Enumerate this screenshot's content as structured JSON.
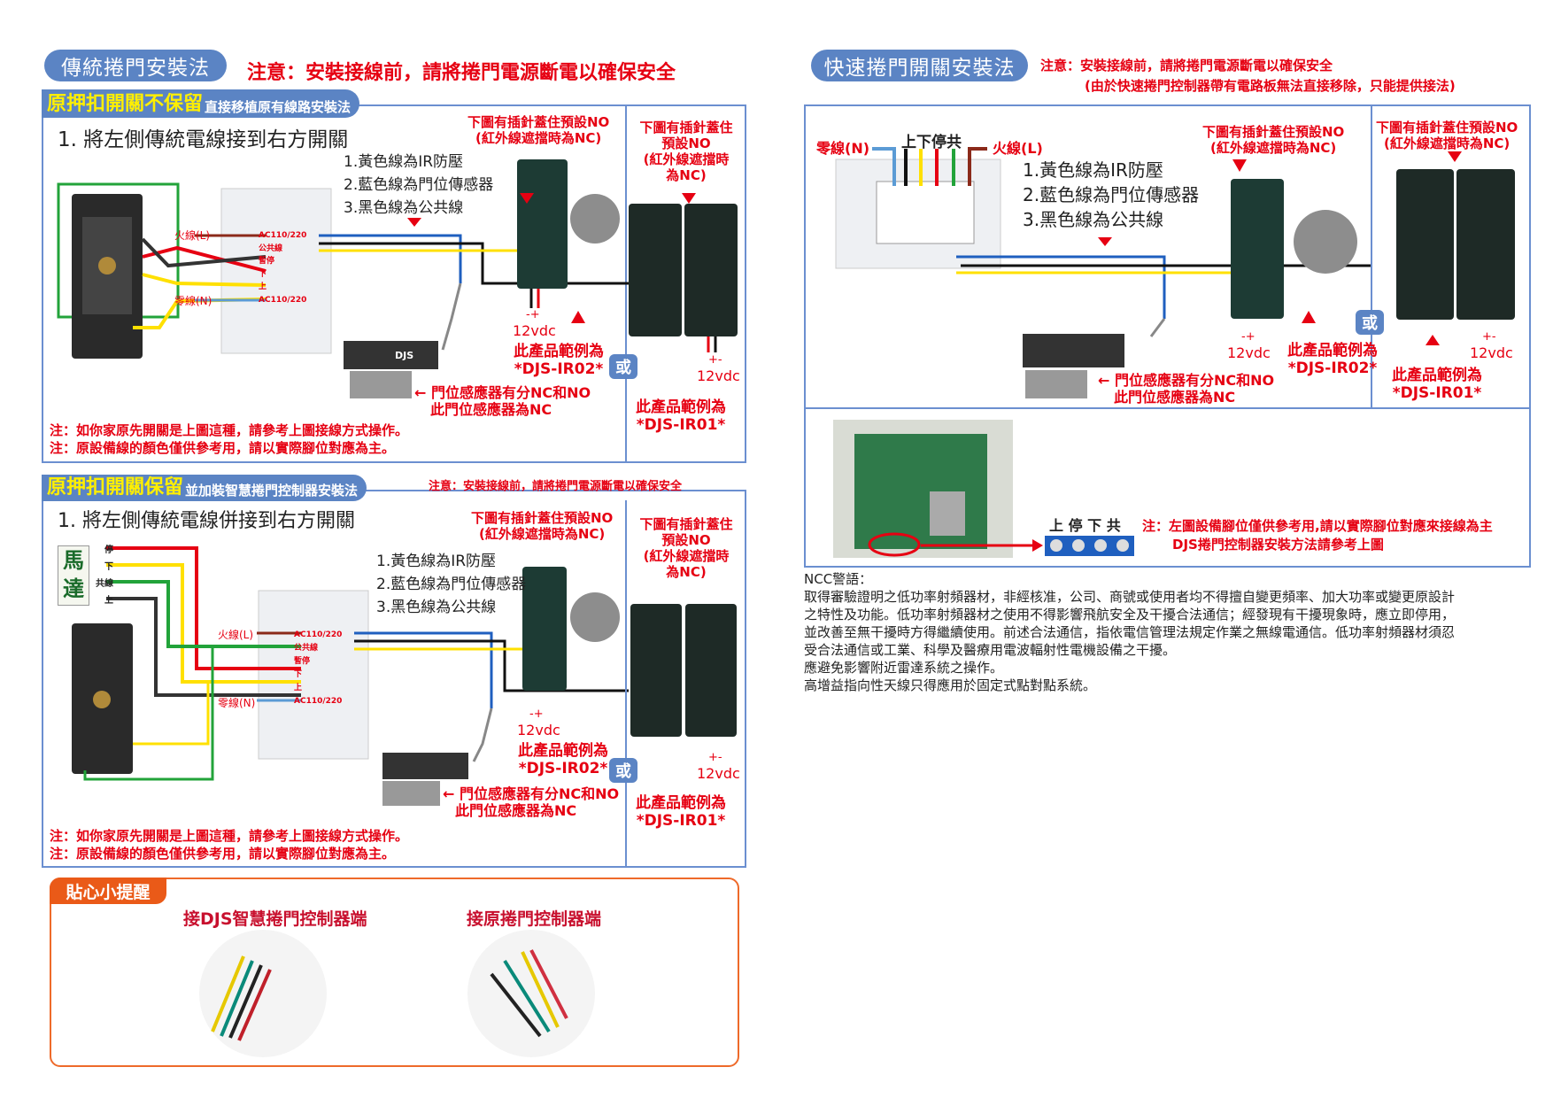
{
  "left": {
    "title": "傳統捲門安裝法",
    "warning": "注意：安裝接線前，請將捲門電源斷電以確保安全",
    "s1": {
      "header_main": "原押扣開關不保留",
      "header_sub": "直接移植原有線路安裝法",
      "step": "1.  將左側傳統電線接到右方開關",
      "list": [
        "1.黃色線為IR防壓",
        "2.藍色線為門位傳感器",
        "3.黑色線為公共線"
      ],
      "ir02_label": [
        "下圖有插針蓋住預設NO",
        "(紅外線遮擋時為NC)"
      ],
      "ir01_label": [
        "下圖有插針蓋住",
        "預設NO",
        "(紅外線遮擋時",
        "為NC)"
      ],
      "vdc": "12vdc",
      "pol_ir02": "-+",
      "pol_ir01": "+-",
      "model_ir02": [
        "此產品範例為",
        "*DJS-IR02*"
      ],
      "model_ir01": [
        "此產品範例為",
        "*DJS-IR01*"
      ],
      "or": "或",
      "door": [
        "← 門位感應器有分NC和NO",
        "此門位感應器為NC"
      ],
      "switch_terms": [
        "AC110/220",
        "公共線",
        "暫停",
        "下",
        "上",
        "AC110/220"
      ],
      "live": "火線(L)",
      "neutral": "零線(N)",
      "brand": "DJS",
      "notes": [
        "注：如你家原先開關是上圖這種，請參考上圖接線方式操作。",
        "注：原設備線的顏色僅供參考用，請以實際腳位對應為主。"
      ]
    },
    "s2": {
      "header_main": "原押扣開關保留",
      "header_sub": "並加裝智慧捲門控制器安裝法",
      "warning": "注意：安裝接線前，請將捲門電源斷電以確保安全",
      "step": "1. 將左側傳統電線併接到右方開關",
      "motor": "馬達",
      "motor_terms": [
        "停",
        "下",
        "共線",
        "上"
      ],
      "list": [
        "1.黃色線為IR防壓",
        "2.藍色線為門位傳感器",
        "3.黑色線為公共線"
      ],
      "ir02_label": [
        "下圖有插針蓋住預設NO",
        "(紅外線遮擋時為NC)"
      ],
      "ir01_label": [
        "下圖有插針蓋住",
        "預設NO",
        "(紅外線遮擋時",
        "為NC)"
      ],
      "vdc": "12vdc",
      "pol_ir02": "-+",
      "pol_ir01": "+-",
      "model_ir02": [
        "此產品範例為",
        "*DJS-IR02*"
      ],
      "model_ir01": [
        "此產品範例為",
        "*DJS-IR01*"
      ],
      "or": "或",
      "door": [
        "← 門位感應器有分NC和NO",
        "此門位感應器為NC"
      ],
      "switch_terms": [
        "AC110/220",
        "公共線",
        "暫停",
        "下",
        "上",
        "AC110/220"
      ],
      "live": "火線(L)",
      "neutral": "零線(N)",
      "notes": [
        "注：如你家原先開關是上圖這種，請參考上圖接線方式操作。",
        "注：原設備線的顏色僅供參考用，請以實際腳位對應為主。"
      ]
    },
    "tips": {
      "title": "貼心小提醒",
      "a": "接DJS智慧捲門控制器端",
      "b": "接原捲門控制器端"
    }
  },
  "right": {
    "title": "快速捲門開關安裝法",
    "warning": "注意：安裝接線前，請將捲門電源斷電以確保安全",
    "warning2": "(由於快速捲門控制器帶有電路板無法直接移除，只能提供接法)",
    "neutral": "零線(N)",
    "terms": "上下停共",
    "live": "火線(L)",
    "list": [
      "1.黃色線為IR防壓",
      "2.藍色線為門位傳感器",
      "3.黑色線為公共線"
    ],
    "ir02_label": [
      "下圖有插針蓋住預設NO",
      "(紅外線遮擋時為NC)"
    ],
    "ir01_label": [
      "下圖有插針蓋住預設NO",
      "(紅外線遮擋時為NC)"
    ],
    "vdc": "12vdc",
    "pol_ir02": "-+",
    "pol_ir01": "+-",
    "model_ir02": [
      "此產品範例為",
      "*DJS-IR02*"
    ],
    "model_ir01": [
      "此產品範例為",
      "*DJS-IR01*"
    ],
    "or": "或",
    "door": [
      "← 門位感應器有分NC和NO",
      "此門位感應器為NC"
    ],
    "block_terms": "上 停 下 共",
    "note": [
      "注：左圖設備腳位僅供參考用,請以實際腳位對應來接線為主",
      "DJS捲門控制器安裝方法請參考上圖"
    ],
    "ncc_title": "NCC警語：",
    "ncc": [
      "取得審驗證明之低功率射頻器材，非經核准，公司、商號或使用者均不得擅自變更頻率、加大功率或變更原設計",
      "之特性及功能。低功率射頻器材之使用不得影響飛航安全及干擾合法通信；經發現有干擾現象時，應立即停用，",
      "並改善至無干擾時方得繼續使用。前述合法通信，指依電信管理法規定作業之無線電通信。低功率射頻器材須忍",
      "受合法通信或工業、科學及醫療用電波輻射性電機設備之干擾。",
      "應避免影響附近雷達系統之操作。",
      "高增益指向性天線只得應用於固定式點對點系統。"
    ]
  }
}
